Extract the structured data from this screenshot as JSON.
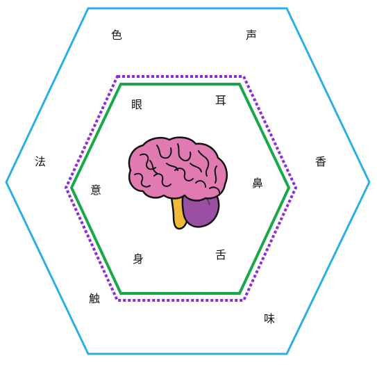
{
  "outer_ring": {
    "labels": {
      "se": "色",
      "sheng": "声",
      "xiang": "香",
      "wei": "味",
      "chu": "触",
      "fa": "法"
    }
  },
  "inner_ring": {
    "labels": {
      "yan": "眼",
      "er": "耳",
      "bi": "鼻",
      "she": "舌",
      "shen": "身",
      "yi": "意"
    }
  },
  "colors": {
    "outer_hexagon": "#29aee6",
    "dotted_hexagon": "#8a2be2",
    "inner_hexagon": "#18a84a",
    "brain_cerebrum": "#e07ab0",
    "brain_cerebellum": "#9b4fa3",
    "brain_stem": "#f0b93a"
  }
}
